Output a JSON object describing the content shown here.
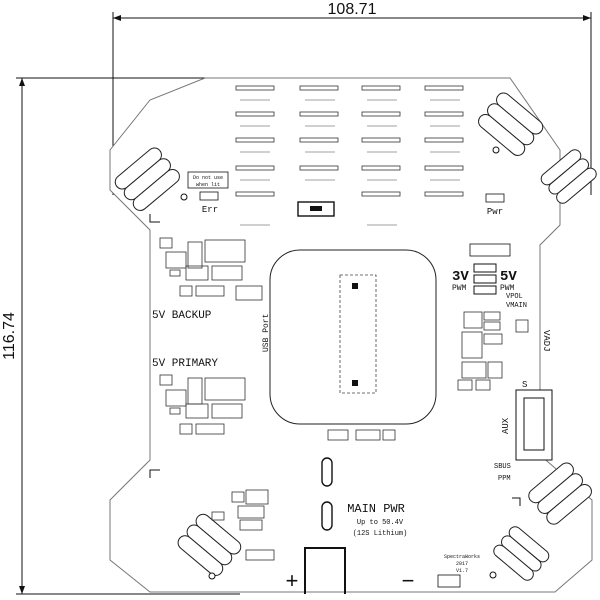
{
  "dimensions": {
    "width_label": "108.71",
    "height_label": "116.74"
  },
  "labels": {
    "backup_5v": "5V BACKUP",
    "primary_5v": "5V PRIMARY",
    "usb_port": "USB Port",
    "main_pwr": "MAIN PWR",
    "up_to": "Up to 50.4V",
    "cells": "(12S Lithium)",
    "v3": "3V",
    "pwm_left": "PWM",
    "v5": "5V",
    "pwm_right": "PWM",
    "vpol": "VPOL",
    "vmain": "VMAIN",
    "vadj": "VADJ",
    "aux": "AUX",
    "sbus": "SBUS",
    "ppm": "PPM",
    "err": "Err",
    "pwr": "Pwr",
    "do_not_use": "Do not use",
    "when_lit": "when lit",
    "s_mark": "S",
    "plus": "+",
    "minus": "−",
    "maker": "SpectraWorks",
    "year": "2017",
    "version": "V1.7"
  },
  "colors": {
    "ink": "#111111",
    "board_fill": "#ffffff",
    "pad_fill": "#ffffff"
  }
}
